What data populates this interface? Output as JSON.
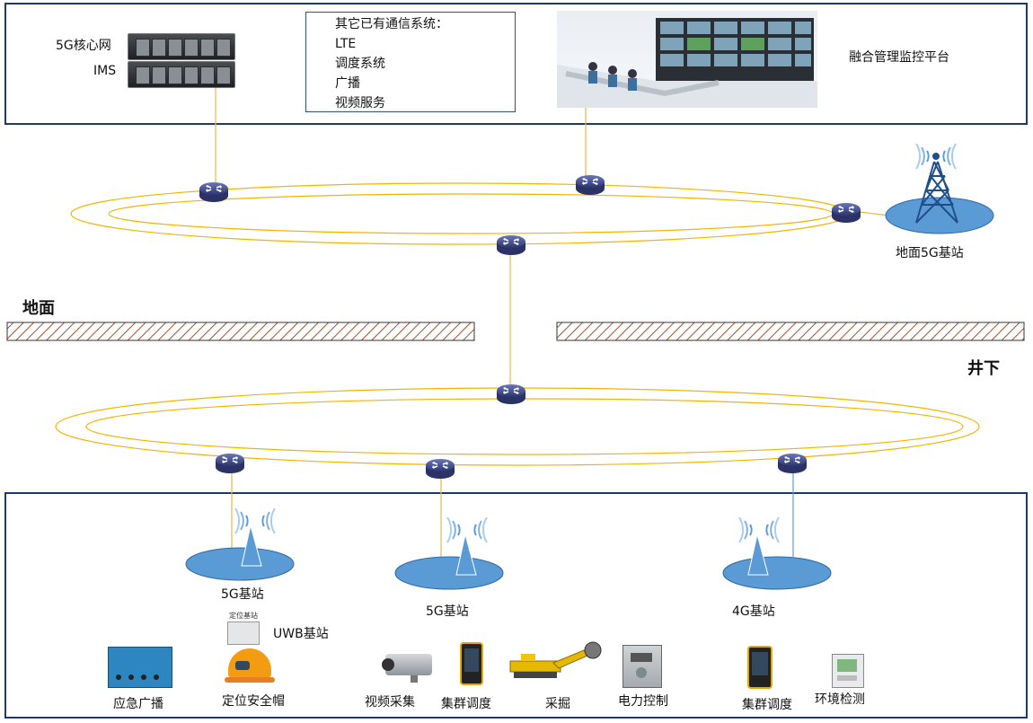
{
  "top_panel": {
    "core_labels": [
      "5G核心网",
      "IMS"
    ],
    "comm_title": "其它已有通信系统：",
    "comm_items": [
      "LTE",
      "调度系统",
      "广播",
      "视频服务"
    ],
    "platform_label": "融合管理监控平台"
  },
  "surface": {
    "ground_label": "地面",
    "surface_station_label": "地面5G基站"
  },
  "underground": {
    "label": "井下",
    "stations": [
      "5G基站",
      "5G基站",
      "4G基站"
    ],
    "uwb_label": "UWB基站",
    "uwb_sign": "定位基站",
    "devices": [
      "应急广播",
      "定位安全帽",
      "视频采集",
      "集群调度",
      "采掘",
      "电力控制",
      "集群调度",
      "环境检测"
    ]
  },
  "colors": {
    "panel_border": "#1f3864",
    "ring": "#f0b400",
    "router": "#3d4a8a",
    "station": "#5b9bd5"
  }
}
